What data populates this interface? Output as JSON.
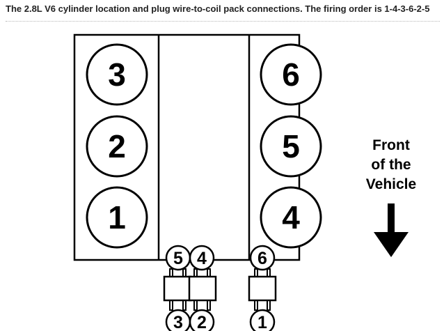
{
  "caption": "The 2.8L V6 cylinder location and plug wire-to-coil pack connections. The firing order is 1-4-3-6-2-5",
  "engine": {
    "left_bank": [
      "3",
      "2",
      "1"
    ],
    "right_bank": [
      "6",
      "5",
      "4"
    ]
  },
  "coil_packs": {
    "left_pack": {
      "top": [
        "5",
        "4"
      ],
      "bottom": [
        "3",
        "2"
      ]
    },
    "right_pack": {
      "top": "6",
      "bottom": "1"
    }
  },
  "front_label": {
    "line1": "Front",
    "line2": "of the",
    "line3": "Vehicle"
  },
  "icons": {
    "direction": "arrow-down-icon"
  }
}
